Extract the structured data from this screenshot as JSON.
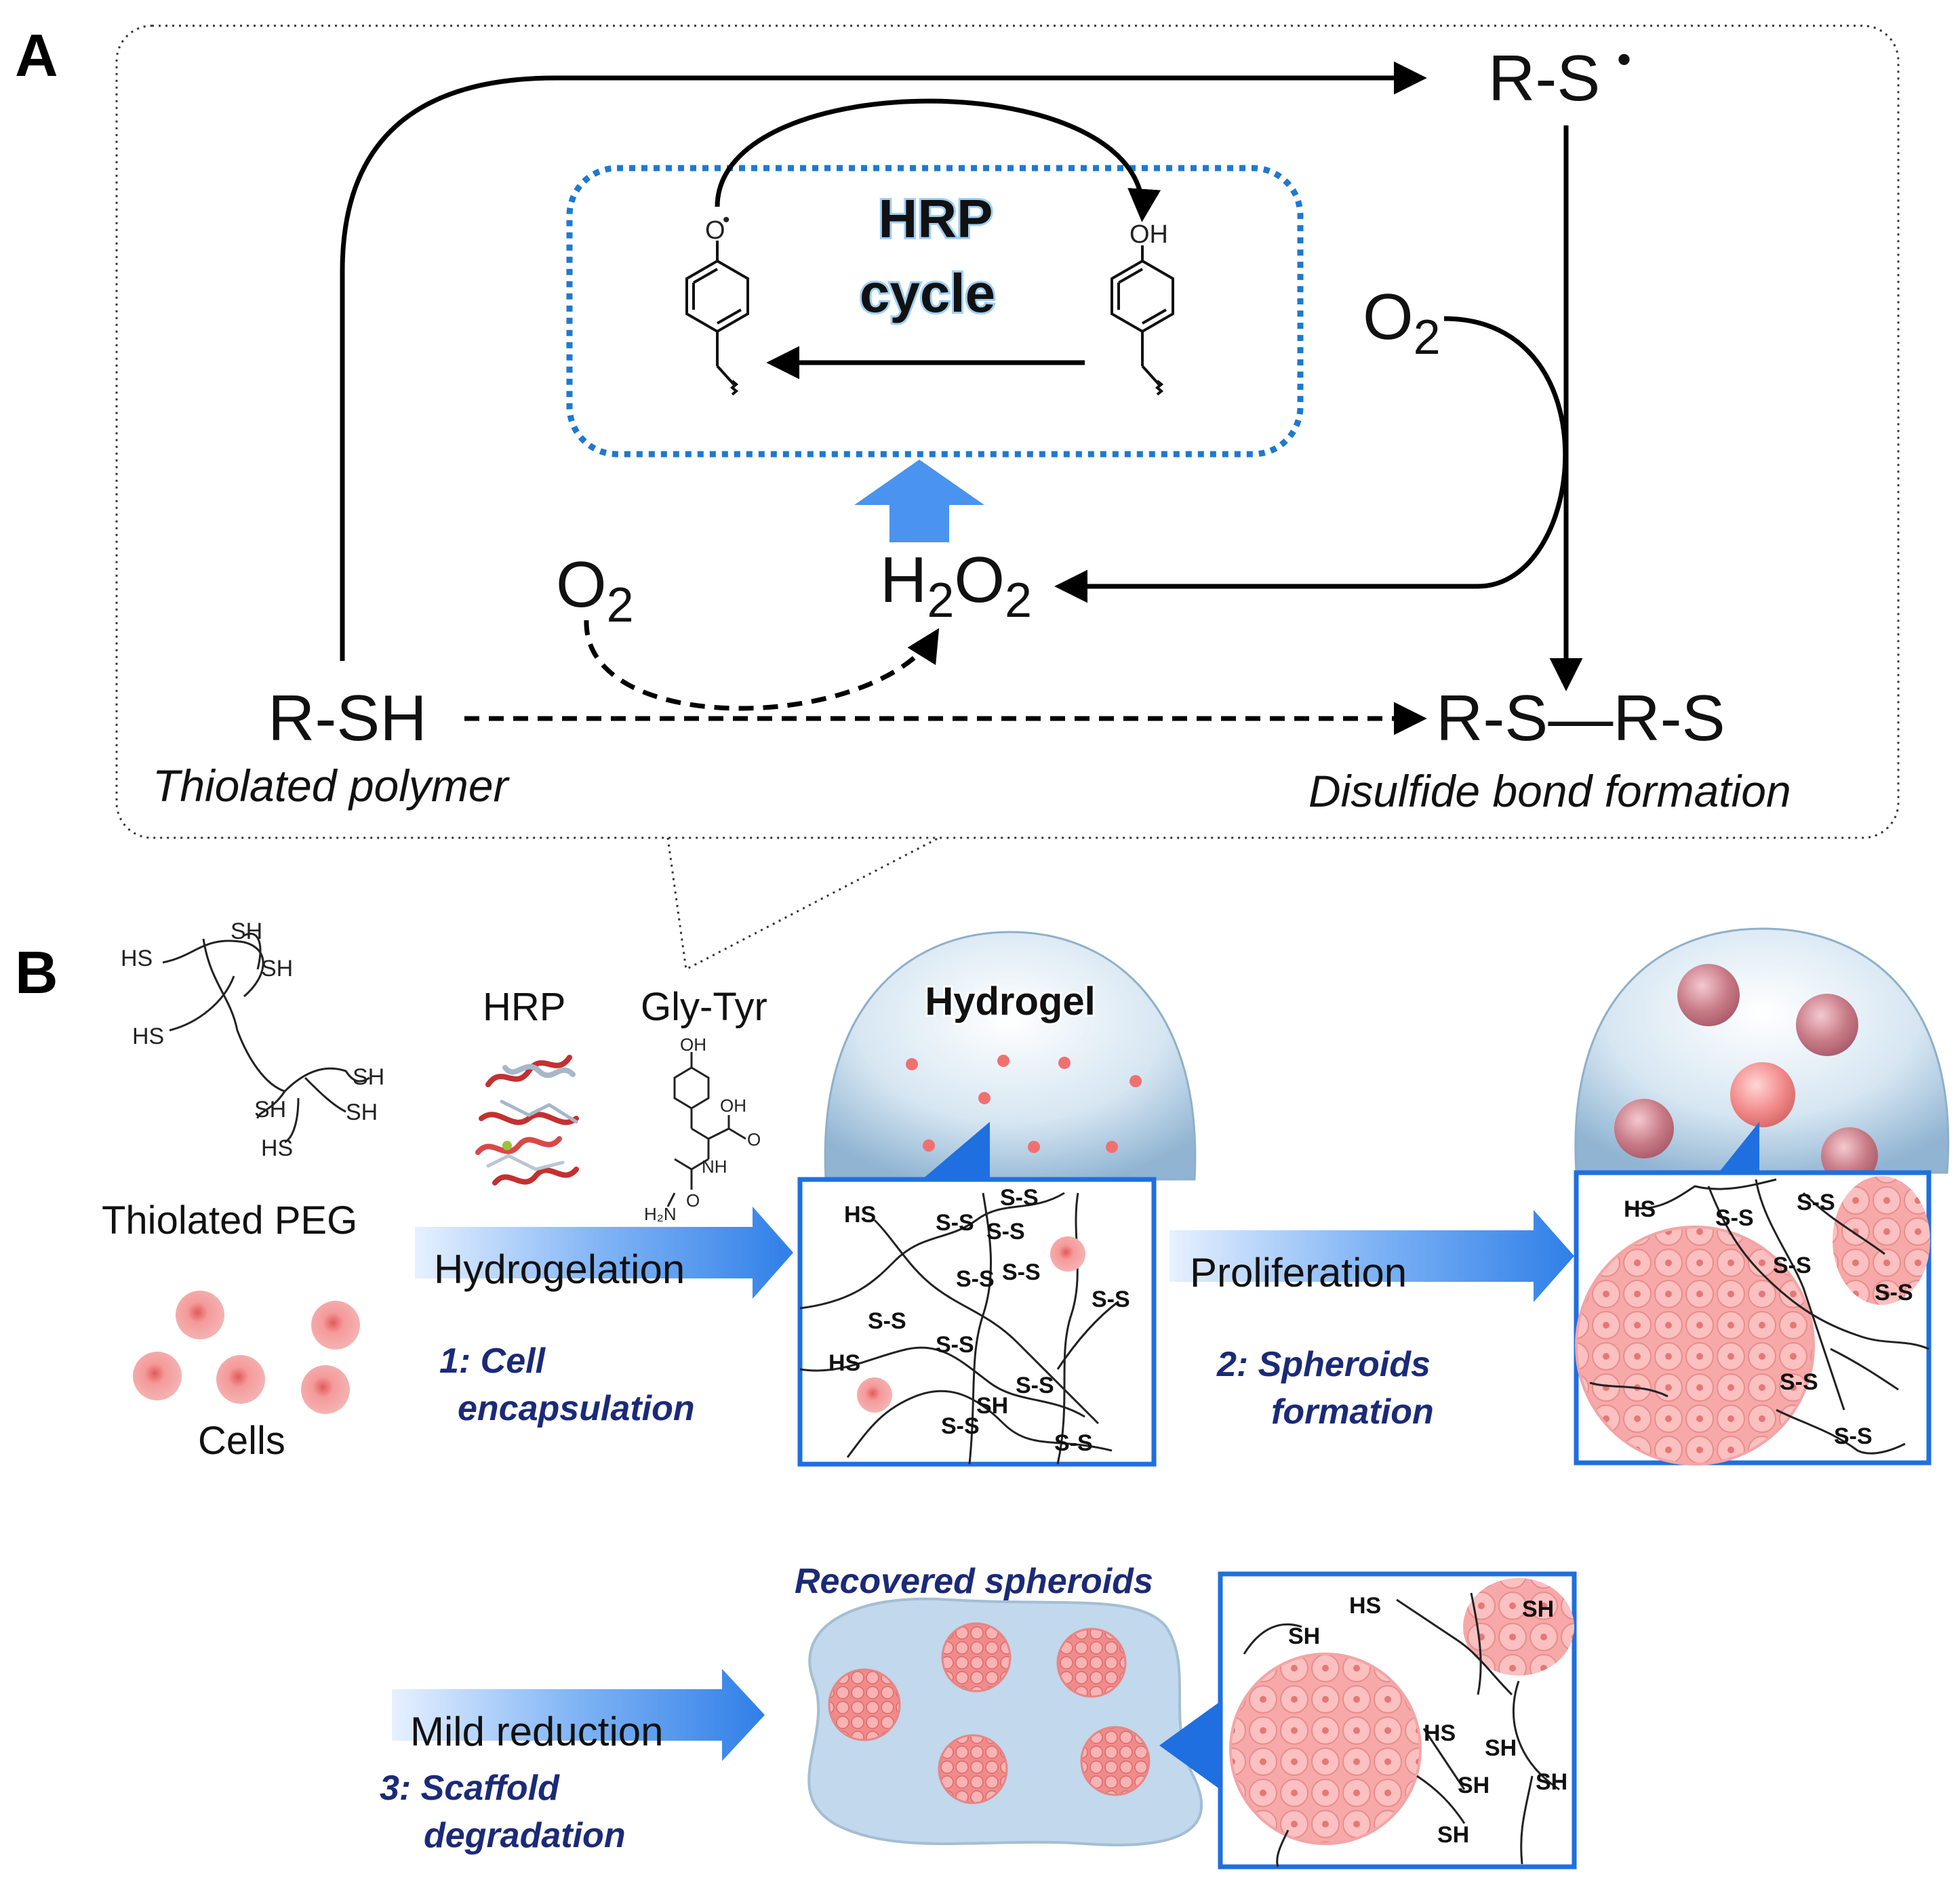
{
  "panels": {
    "a": "A",
    "b": "B"
  },
  "panel_a": {
    "rsh": "R-SH",
    "thiolated_polymer": "Thiolated polymer",
    "rs_radical": "R-S",
    "radical_dot": "•",
    "rs_rs": "R-S—R-S",
    "disulfide": "Disulfide bond formation",
    "o2_left": "O",
    "o2_right": "O",
    "sub2": "2",
    "h2o2_h": "H",
    "h2o2_o": "O",
    "hrp_line1": "HRP",
    "hrp_line2": "cycle",
    "oh": "OH",
    "o_radical": "O",
    "dot": "•"
  },
  "panel_b": {
    "thiolated_peg": "Thiolated PEG",
    "cells": "Cells",
    "hrp": "HRP",
    "gly_tyr": "Gly-Tyr",
    "hydrogel": "Hydrogel",
    "hydrogelation": "Hydrogelation",
    "step1_line1": "1: Cell",
    "step1_line2": "encapsulation",
    "proliferation": "Proliferation",
    "step2_line1": "2: Spheroids",
    "step2_line2": "formation",
    "mild_reduction": "Mild reduction",
    "step3_line1": "3: Scaffold",
    "step3_line2": "degradation",
    "recovered": "Recovered spheroids",
    "hs": "HS",
    "sh": "SH",
    "ss": "S-S",
    "oh_small": "OH",
    "nh": "NH",
    "h2n": "H₂N"
  },
  "colors": {
    "accent_blue": "#1f78d1",
    "arrow_blue": "#3f8ef0",
    "cell_pink": "#f08a8a",
    "step_text": "#1b2a78",
    "hydrogel_blue": "#b9d3e6"
  }
}
